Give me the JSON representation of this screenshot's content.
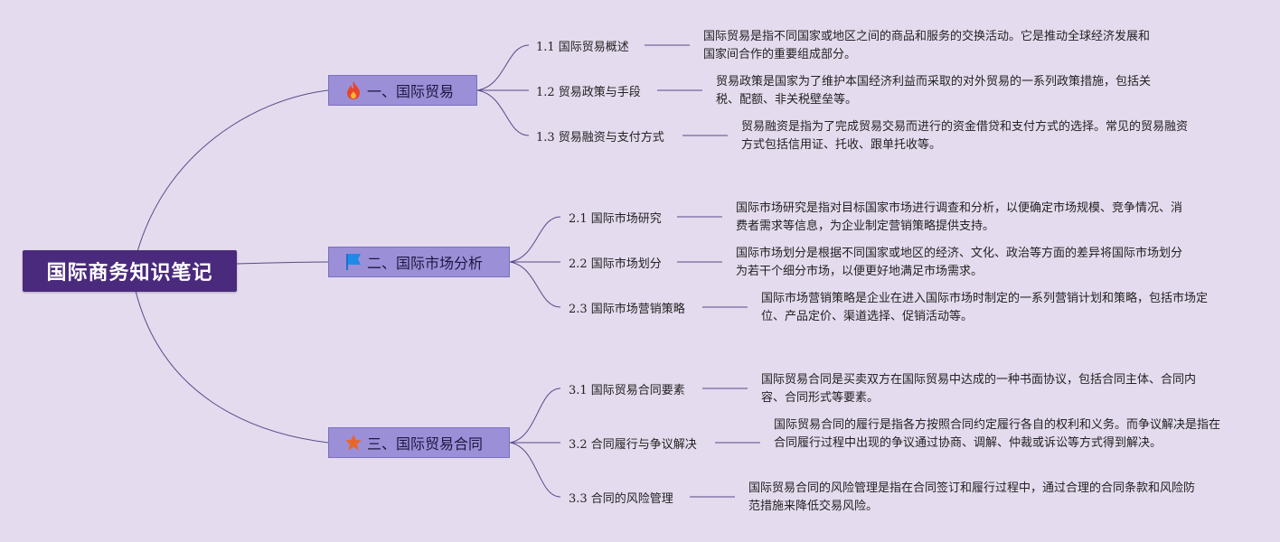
{
  "root": {
    "title": "国际商务知识笔记"
  },
  "branches": [
    {
      "title": "一、国际贸易",
      "icon": "fire-icon",
      "topics": [
        {
          "label": "1.1 国际贸易概述",
          "desc": "国际贸易是指不同国家或地区之间的商品和服务的交换活动。它是推动全球经济发展和国家间合作的重要组成部分。"
        },
        {
          "label": "1.2 贸易政策与手段",
          "desc": "贸易政策是国家为了维护本国经济利益而采取的对外贸易的一系列政策措施，包括关税、配额、非关税壁垒等。"
        },
        {
          "label": "1.3 贸易融资与支付方式",
          "desc": "贸易融资是指为了完成贸易交易而进行的资金借贷和支付方式的选择。常见的贸易融资方式包括信用证、托收、跟单托收等。"
        }
      ]
    },
    {
      "title": "二、国际市场分析",
      "icon": "flag-icon",
      "topics": [
        {
          "label": "2.1 国际市场研究",
          "desc": "国际市场研究是指对目标国家市场进行调查和分析，以便确定市场规模、竞争情况、消费者需求等信息，为企业制定营销策略提供支持。"
        },
        {
          "label": "2.2 国际市场划分",
          "desc": "国际市场划分是根据不同国家或地区的经济、文化、政治等方面的差异将国际市场划分为若干个细分市场，以便更好地满足市场需求。"
        },
        {
          "label": "2.3 国际市场营销策略",
          "desc": "国际市场营销策略是企业在进入国际市场时制定的一系列营销计划和策略，包括市场定位、产品定价、渠道选择、促销活动等。"
        }
      ]
    },
    {
      "title": "三、国际贸易合同",
      "icon": "star-icon",
      "topics": [
        {
          "label": "3.1 国际贸易合同要素",
          "desc": "国际贸易合同是买卖双方在国际贸易中达成的一种书面协议，包括合同主体、合同内容、合同形式等要素。"
        },
        {
          "label": "3.2 合同履行与争议解决",
          "desc": "国际贸易合同的履行是指各方按照合同约定履行各自的权利和义务。而争议解决是指在合同履行过程中出现的争议通过协商、调解、仲裁或诉讼等方式得到解决。"
        },
        {
          "label": "3.3 合同的风险管理",
          "desc": "国际贸易合同的风险管理是指在合同签订和履行过程中，通过合理的合同条款和风险防范措施来降低交易风险。"
        }
      ]
    }
  ],
  "colors": {
    "background": "#e4dbee",
    "root": "#4a2a7c",
    "branch": "#9b8fd8",
    "line": "#5a4a8a"
  }
}
